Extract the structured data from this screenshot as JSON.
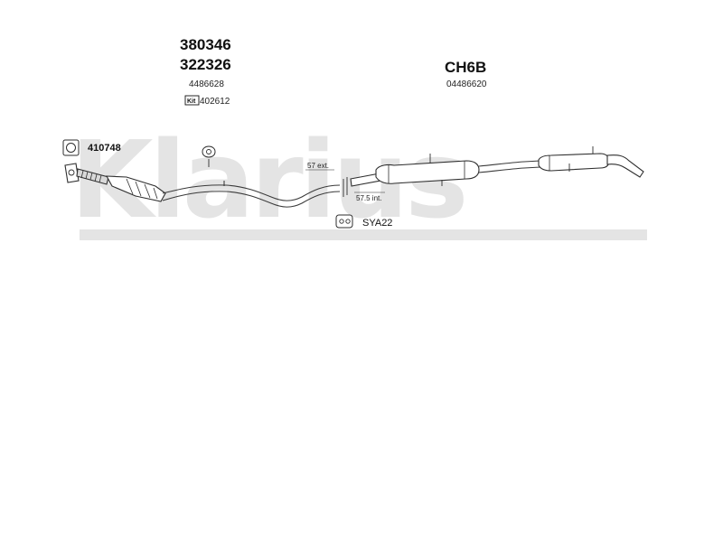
{
  "watermark": {
    "brand": "Klarius"
  },
  "parts": {
    "front_pipe_number_1": "380346",
    "front_pipe_number_2": "322326",
    "front_pipe_ref": "4486628",
    "kit_label": "Kit",
    "kit_number": "402612",
    "gasket_number": "410748",
    "rear_box_code": "CH6B",
    "rear_box_ref": "04486620",
    "mount_number": "SYA22"
  },
  "joints": {
    "ext_label": "57 ext.",
    "int_label": "57.5 int."
  },
  "colors": {
    "watermark": "#e4e4e4",
    "line": "#2e2e2e",
    "text": "#111111"
  },
  "icons": {
    "gasket": "gasket-ring-icon",
    "hanger": "rubber-hanger-icon",
    "mount": "rubber-mount-icon"
  }
}
